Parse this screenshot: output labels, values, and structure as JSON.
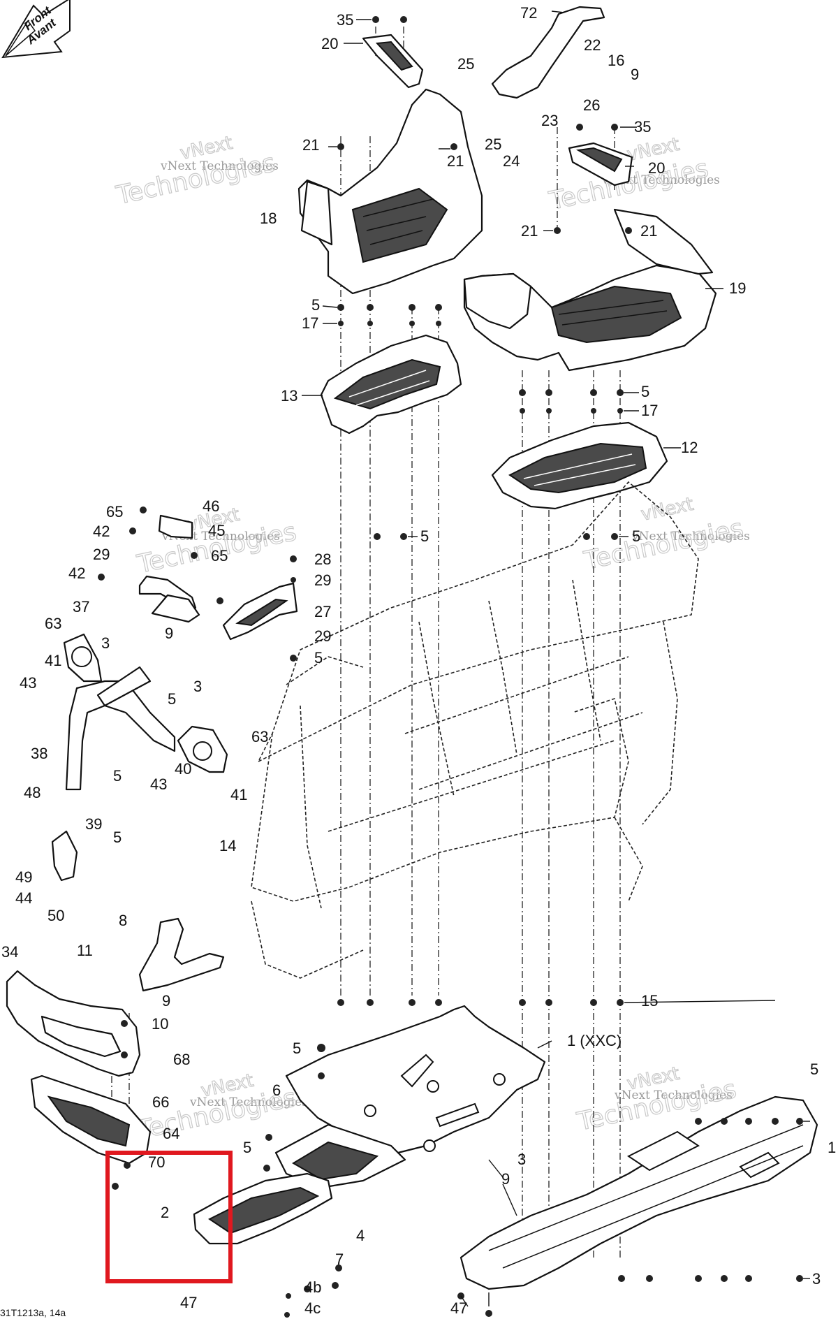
{
  "front_arrow": {
    "line1": "Front",
    "line2": "Avant"
  },
  "watermark": {
    "big": "Technologies",
    "small": "vNext Technologies",
    "prefix": "vNext"
  },
  "footer": "31T1213a, 14a",
  "highlight_color": "#e0181f",
  "callouts": {
    "c1": "35",
    "c2": "20",
    "c3": "72",
    "c4": "22",
    "c5": "16",
    "c6": "9",
    "c7": "25",
    "c8": "26",
    "c9": "23",
    "c10": "25",
    "c11": "24",
    "c12": "21",
    "c13": "21",
    "c14": "18",
    "c15": "35",
    "c16": "20",
    "c17": "21",
    "c18": "21",
    "c19": "19",
    "c20": "5",
    "c21": "17",
    "c22": "13",
    "c23": "5",
    "c24": "17",
    "c25": "12",
    "c26": "5",
    "c27": "5",
    "c28": "65",
    "c29": "46",
    "c30": "42",
    "c31": "45",
    "c32": "29",
    "c33": "65",
    "c34": "28",
    "c35": "42",
    "c36": "29",
    "c37": "37",
    "c38": "27",
    "c39": "63",
    "c40": "9",
    "c41": "29",
    "c42": "3",
    "c43": "41",
    "c44": "5",
    "c45": "43",
    "c46": "5",
    "c47": "3",
    "c48": "63",
    "c49": "38",
    "c50": "5",
    "c51": "40",
    "c52": "43",
    "c53": "41",
    "c54": "48",
    "c55": "39",
    "c56": "5",
    "c57": "49",
    "c58": "44",
    "c59": "50",
    "c60": "14",
    "c61": "8",
    "c62": "11",
    "c63": "34",
    "c64": "9",
    "c65": "15",
    "c66": "10",
    "c67": "1 (XXC)",
    "c68": "5",
    "c69": "68",
    "c70": "6",
    "c71": "66",
    "c72": "5",
    "c73": "64",
    "c74": "1",
    "c75": "5",
    "c76": "3",
    "c77": "70",
    "c78": "2",
    "c79": "9",
    "c80": "4",
    "c81": "7",
    "c82": "4b",
    "c83": "3",
    "c84": "47",
    "c85": "4c",
    "c86": "47"
  }
}
